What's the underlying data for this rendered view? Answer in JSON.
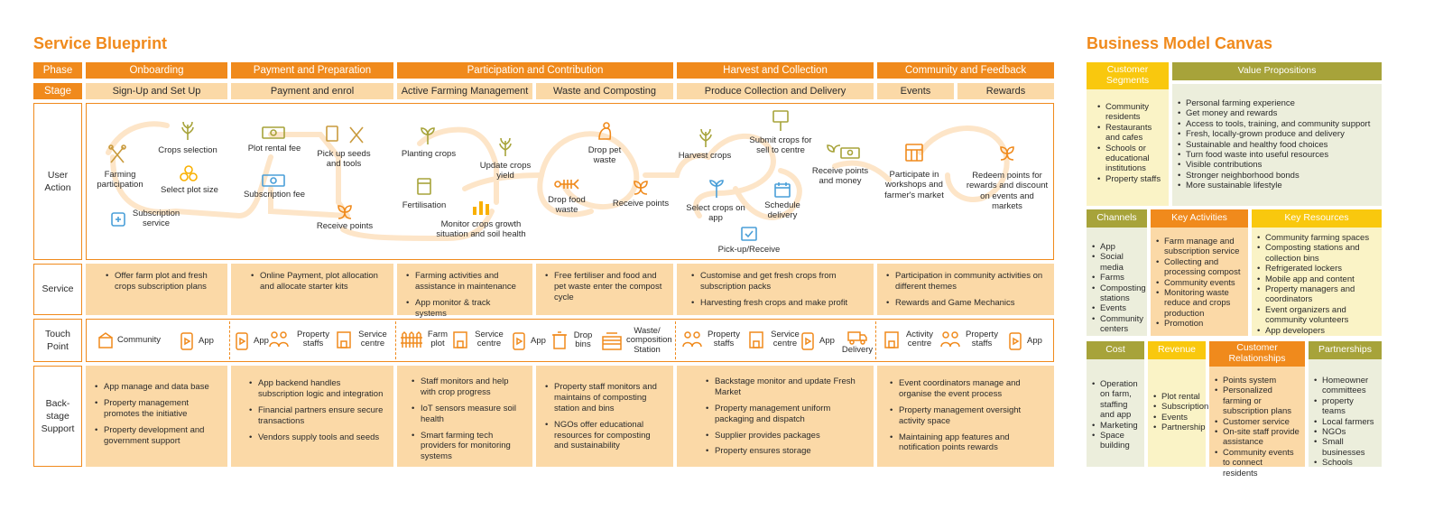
{
  "service_blueprint": {
    "title": "Service Blueprint",
    "phase_label": "Phase",
    "stage_label": "Stage",
    "phases": [
      "Onboarding",
      "Payment and Preparation",
      "Participation and Contribution",
      "Harvest and Collection",
      "Community and Feedback"
    ],
    "stages": [
      "Sign-Up and Set Up",
      "Payment and enrol",
      "Active Farming Management",
      "Waste and Composting",
      "Produce Collection and Delivery",
      "Events",
      "Rewards"
    ],
    "row_labels": {
      "user_action": "User Action",
      "service": "Service",
      "touch_point": "Touch Point",
      "backstage": "Back-stage Support"
    },
    "user_actions": {
      "farming_participation": "Farming participation",
      "crops_selection": "Crops selection",
      "select_plot_size": "Select plot size",
      "subscription_service": "Subscription service",
      "plot_rental_fee": "Plot rental fee",
      "pick_up_seeds": "Pick up seeds and tools",
      "subscription_fee": "Subscription fee",
      "receive_points_1": "Receive points",
      "planting_crops": "Planting crops",
      "update_crops_yield": "Update crops yield",
      "fertilisation": "Fertilisation",
      "monitor_crops": "Monitor crops growth situation and soil health",
      "drop_pet_waste": "Drop pet waste",
      "drop_food_waste": "Drop food waste",
      "receive_points_2": "Receive points",
      "harvest_crops": "Harvest crops",
      "submit_crops": "Submit crops for sell to centre",
      "receive_points_money": "Receive points and money",
      "select_crops_app": "Select crops on app",
      "schedule_delivery": "Schedule delivery",
      "pickup_receive": "Pick-up/Receive",
      "participate_workshops": "Participate in workshops and farmer's market",
      "redeem_points": "Redeem points for rewards and discount on events and markets"
    },
    "service": [
      [
        "Offer farm plot and fresh crops subscription plans"
      ],
      [
        "Online Payment, plot allocation and allocate starter kits"
      ],
      [
        "Farming activities and assistance in maintenance",
        "App monitor & track systems"
      ],
      [
        "Free fertiliser and food and pet waste enter the compost cycle"
      ],
      [
        "Customise and get fresh crops from subscription packs",
        "Harvesting fresh crops and make profit"
      ],
      [
        "Participation in community activities on different themes",
        "Rewards and Game Mechanics"
      ]
    ],
    "touch_points": {
      "community": "Community",
      "app": "App",
      "property_staffs": "Property staffs",
      "service_centre": "Service centre",
      "farm_plot": "Farm plot",
      "drop_bins": "Drop bins",
      "waste_station": "Waste/ composition Station",
      "delivery": "Delivery",
      "activity_centre": "Activity centre"
    },
    "backstage": [
      [
        "App manage and data base",
        "Property management promotes the initiative",
        "Property development and government support"
      ],
      [
        "App backend handles subscription logic and integration",
        "Financial partners ensure secure transactions",
        "Vendors supply tools and seeds"
      ],
      [
        "Staff monitors and help with crop progress",
        "IoT sensors measure soil health",
        "Smart farming tech providers for monitoring systems"
      ],
      [
        "Property staff monitors and maintains of  composting station and bins",
        "NGOs offer educational resources for composting and sustainability"
      ],
      [
        "Backstage monitor and update Fresh Market",
        "Property management uniform packaging and dispatch",
        "Supplier provides packages",
        "Property ensures storage"
      ],
      [
        "Event coordinators manage and organise the event process",
        "Property management oversight activity space",
        "Maintaining app features and notification points rewards"
      ]
    ]
  },
  "business_model_canvas": {
    "title": "Business Model Canvas",
    "customer_segments": {
      "title": "Customer Segments",
      "items": [
        "Community residents",
        "Restaurants and cafes",
        "Schools or educational institutions",
        "Property staffs"
      ]
    },
    "value_propositions": {
      "title": "Value Propositions",
      "items": [
        "Personal farming experience",
        "Get money and rewards",
        "Access to tools, training, and community support",
        "Fresh, locally-grown produce and delivery",
        "Sustainable and healthy food choices",
        "Turn food waste into useful resources",
        "Visible contributions",
        "Stronger neighborhood bonds",
        "More sustainable lifestyle"
      ]
    },
    "channels": {
      "title": "Channels",
      "items": [
        "App",
        "Social media",
        "Farms",
        "Composting stations",
        "Events",
        "Community centers"
      ]
    },
    "key_activities": {
      "title": "Key Activities",
      "items": [
        "Farm manage and subscription service",
        "Collecting and processing compost",
        "Community events",
        "Monitoring waste reduce and crops production",
        "Promotion"
      ]
    },
    "key_resources": {
      "title": "Key Resources",
      "items": [
        "Community farming spaces",
        "Composting stations and collection bins",
        "Refrigerated lockers",
        "Mobile app and content",
        "Property managers and coordinators",
        "Event organizers and community volunteers",
        "App developers"
      ]
    },
    "cost": {
      "title": "Cost",
      "items": [
        "Operation on farm, staffing and app",
        "Marketing",
        "Space building"
      ]
    },
    "revenue": {
      "title": "Revenue",
      "items": [
        "Plot rental",
        "Subscription",
        "Events",
        "Partnership"
      ]
    },
    "customer_relationships": {
      "title": "Customer Relationships",
      "items": [
        "Points system",
        "Personalized farming or subscription plans",
        "Customer service",
        "On-site staff provide assistance",
        "Community events to connect residents"
      ]
    },
    "partnerships": {
      "title": "Partnerships",
      "items": [
        "Homeowner committees",
        "property teams",
        "Local farmers",
        "NGOs",
        "Small businesses",
        "Schools"
      ]
    }
  },
  "colors": {
    "orange": "#f08a1c",
    "peach": "#fbd9a7",
    "olive": "#a7a33a",
    "yellow": "#f9c80e"
  }
}
